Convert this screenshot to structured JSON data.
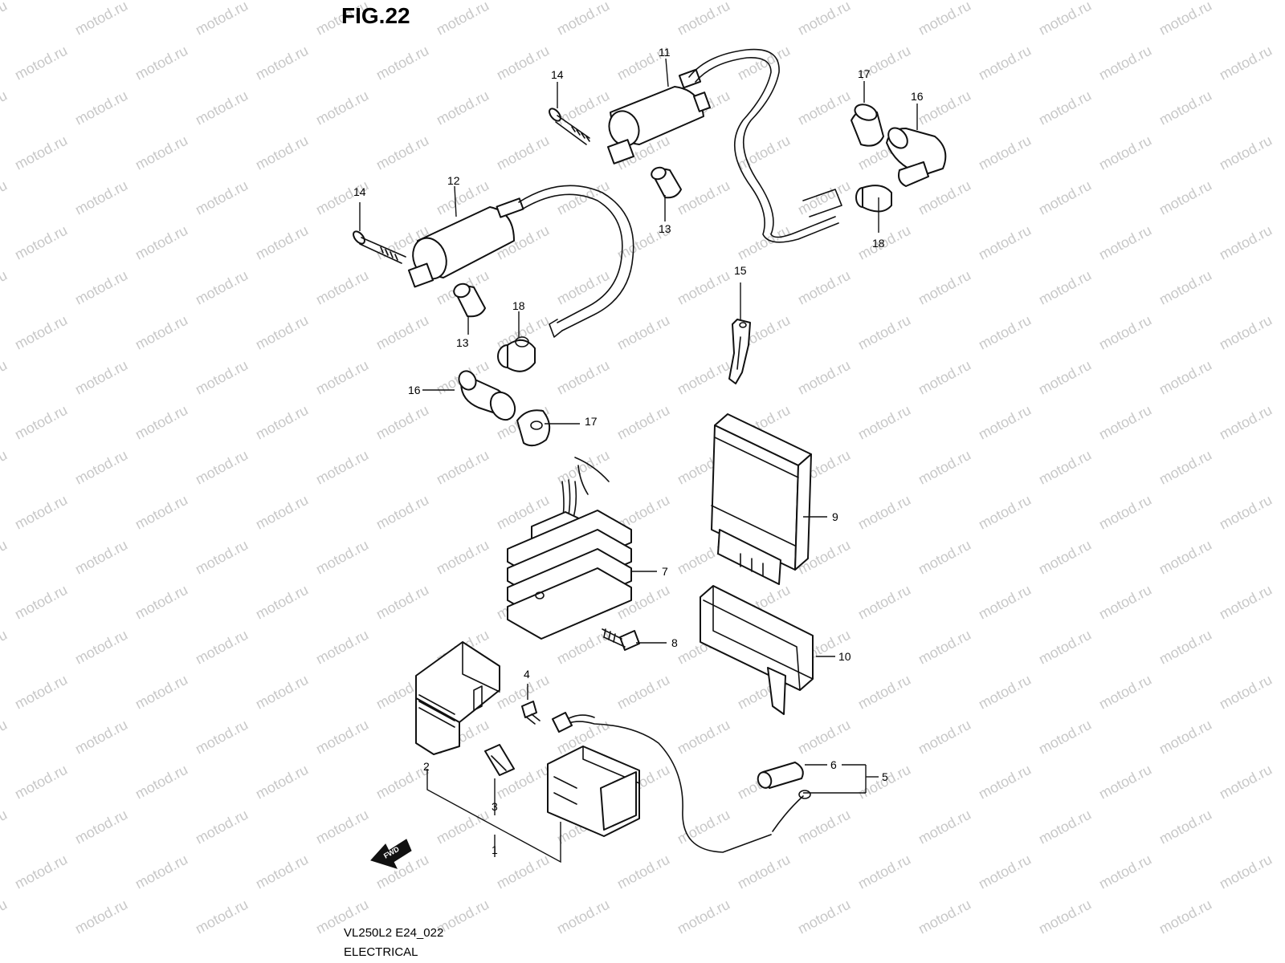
{
  "figure": {
    "title": "FIG.22",
    "model_code": "VL250L2 E24_022",
    "section": "ELECTRICAL",
    "watermark": "motod.ru",
    "forward_arrow_label": "FWD"
  },
  "callouts": {
    "c1": "1",
    "c2": "2",
    "c3": "3",
    "c4": "4",
    "c5": "5",
    "c6": "6",
    "c7": "7",
    "c8": "8",
    "c9": "9",
    "c10": "10",
    "c11": "11",
    "c12": "12",
    "c13a": "13",
    "c13b": "13",
    "c14a": "14",
    "c14b": "14",
    "c15": "15",
    "c16a": "16",
    "c16b": "16",
    "c17a": "17",
    "c17b": "17",
    "c18a": "18",
    "c18b": "18"
  }
}
